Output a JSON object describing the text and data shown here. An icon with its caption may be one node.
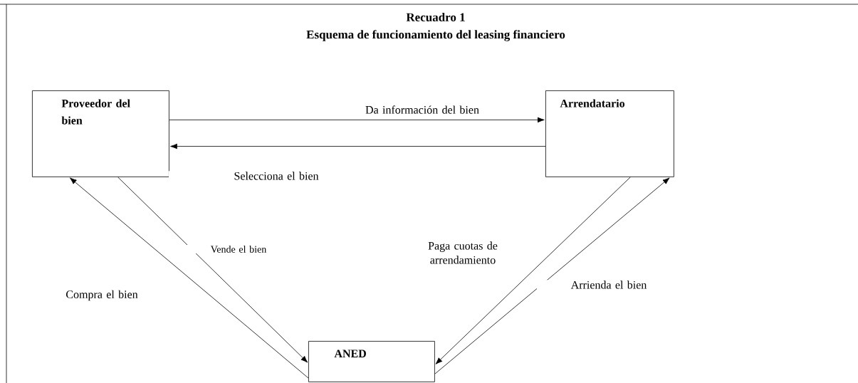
{
  "diagram": {
    "title": "Recuadro 1",
    "nodes": [
      {
        "text": [
          "Proveedor del bien"
        ]
      },
      {
        "text": [
          "Arrendatario"
        ]
      },
      {
        "text": [
          "ANED"
        ]
      }
    ],
    "edges": [
      {
        "from": 0,
        "to": 1,
        "arrow": "to",
        "label": "Da información del bien"
      },
      {
        "from": 1,
        "to": 0,
        "arrow": "to",
        "label": "Selecciona el bien"
      },
      {
        "from": 0,
        "to": 2,
        "arrow": "to",
        "label": "Vende el bien"
      },
      {
        "from": 2,
        "to": 0,
        "arrow": "to",
        "label": "Compra el bien"
      },
      {
        "from": 1,
        "to": 2,
        "arrow": "to",
        "label": "Paga cuotas de arrendamiento"
      },
      {
        "from": 2,
        "to": 1,
        "arrow": "to",
        "label": "Arrienda el bien"
      }
    ],
    "labels": [
      "Esquema de funcionamiento del leasing financiero"
    ]
  }
}
